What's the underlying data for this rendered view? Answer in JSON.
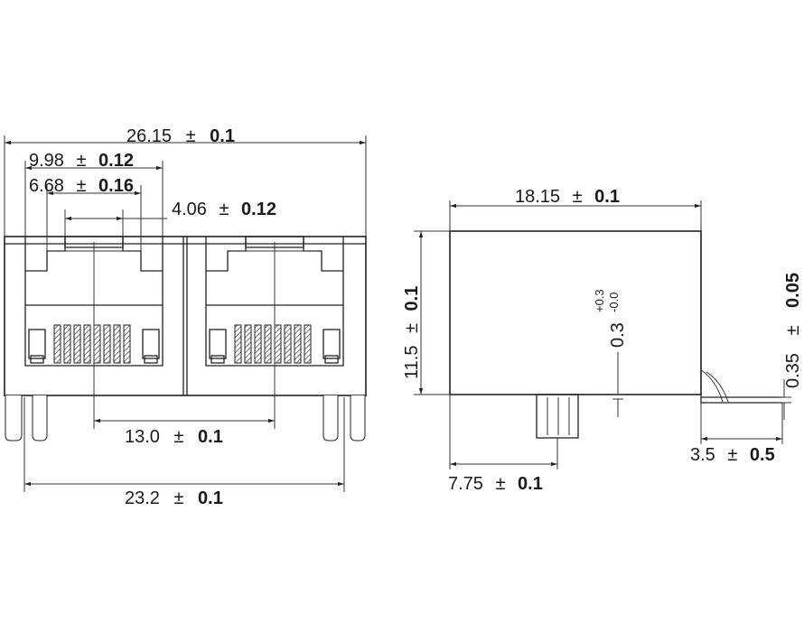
{
  "front_view": {
    "overall_width": {
      "value": "26.15",
      "pm": "±",
      "tol": "0.1"
    },
    "opening_width": {
      "value": "9.98",
      "pm": "±",
      "tol": "0.12"
    },
    "inner_width": {
      "value": "6.68",
      "pm": "±",
      "tol": "0.16"
    },
    "key_width": {
      "value": "4.06",
      "pm": "±",
      "tol": "0.12"
    },
    "port_pitch": {
      "value": "13.0",
      "pm": "±",
      "tol": "0.1"
    },
    "pin_span": {
      "value": "23.2",
      "pm": "±",
      "tol": "0.1"
    }
  },
  "side_view": {
    "depth": {
      "value": "18.15",
      "pm": "±",
      "tol": "0.1"
    },
    "height": {
      "value": "11.5",
      "pm": "±",
      "tol": "0.1"
    },
    "standoff": {
      "value": "0.3",
      "tol_plus": "+0.3",
      "tol_minus": "-0.0"
    },
    "lead_thickness": {
      "value": "0.35",
      "pm": "±",
      "tol": "0.05"
    },
    "lead_length": {
      "value": "3.5",
      "pm": "±",
      "tol": "0.5"
    },
    "post_position": {
      "value": "7.75",
      "pm": "±",
      "tol": "0.1"
    }
  },
  "colors": {
    "line": "#222222",
    "background": "#ffffff"
  }
}
